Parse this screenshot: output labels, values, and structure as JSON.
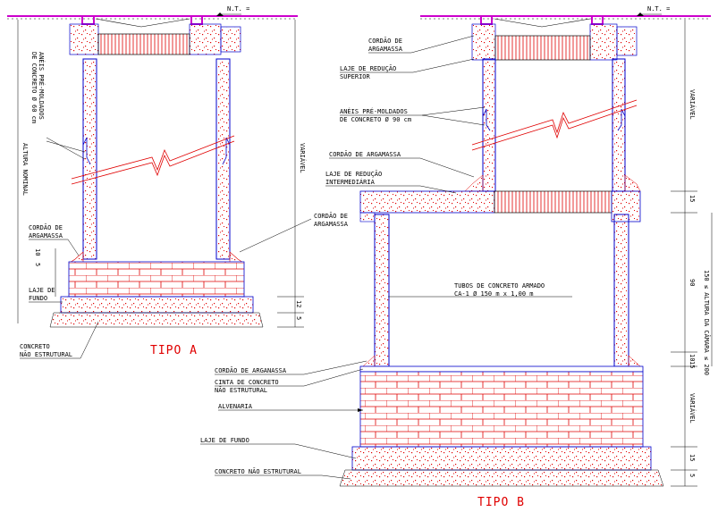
{
  "drawing": {
    "colors": {
      "concrete_dots": "#e00000",
      "outline": "#0000cc",
      "frame": "#cc00cc",
      "brick": "#e00000",
      "text": "#000000",
      "title": "#e00000"
    },
    "type_a": {
      "title": "TIPO A",
      "nt": "N.T. =",
      "labels": {
        "aneis": "ANÉIS PRÉ-MOLDADOS",
        "aneis2": "DE CONCRETO Ø 60 cm",
        "altura": "ALTURA NOMINAL",
        "variavel": "VARIÁVEL",
        "cordao_left": "CORDÃO DE",
        "cordao_left2": "ARGAMASSA",
        "cordao_right": "CORDÃO DE",
        "cordao_right2": "ARGAMASSA",
        "laje_fundo": "LAJE DE",
        "laje_fundo2": "FUNDO",
        "concreto": "CONCRETO",
        "concreto2": "NÃO ESTRUTURAL"
      },
      "dims": [
        "10",
        "5",
        "12",
        "5"
      ]
    },
    "type_b": {
      "title": "TIPO B",
      "nt": "N.T. =",
      "labels": {
        "cordao_top": "CORDÃO DE",
        "cordao_top2": "ARGAMASSA",
        "laje_sup": "LAJE DE REDUÇÃO",
        "laje_sup2": "SUPERIOR",
        "aneis": "ANÉIS PRÉ-MOLDADOS",
        "aneis2": "DE CONCRETO Ø 90 cm",
        "cordao_mid": "CORDÃO DE ARGAMASSA",
        "laje_int": "LAJE DE REDUÇÃO",
        "laje_int2": "INTERMEDIÁRIA",
        "tubos": "TUBOS DE CONCRETO ARMADO",
        "tubos2": "CA-1 Ø 150 m x 1,00 m",
        "cordao_low": "CORDÃO DE ARGANASSA",
        "cinta": "CINTA DE CONCRETO",
        "cinta2": "NÃO ESTRUTURAL",
        "alvenaria": "ALVENARIA",
        "laje_fundo": "LAJE DE FUNDO",
        "concreto": "CONCRETO NÃO ESTRUTURAL",
        "variavel_top": "VARIÁVEL",
        "variavel_bot": "VARIÁVEL",
        "range": "150 ≤ ALTURA DA CÂMARA ≤ 200"
      },
      "dims": [
        "15",
        "90",
        "10",
        "15",
        "15",
        "5"
      ]
    }
  }
}
